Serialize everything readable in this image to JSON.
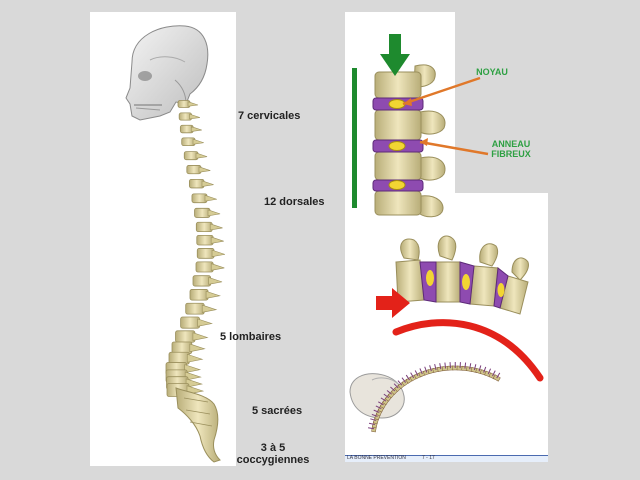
{
  "labels": {
    "cervicales": "7 cervicales",
    "dorsales": "12 dorsales",
    "lombaires": "5 lombaires",
    "sacrees": "5 sacrées",
    "coccyx_line1": "3 à 5",
    "coccyx_line2": "coccygiennes"
  },
  "disc_diagram": {
    "noyau": "NOYAU",
    "anneau_line1": "ANNEAU",
    "anneau_line2": "FIBREUX"
  },
  "footer": {
    "left": "LA BONNE PREVENTION",
    "right": "7 - 17"
  },
  "colors": {
    "background": "#d9d9d9",
    "bone": "#d9cf9b",
    "disc": "#8e4bb0",
    "nucleus": "#f2d533",
    "arrow_green": "#1e8a2e",
    "label_green": "#2ea043",
    "pointer_orange": "#e0782a",
    "arrow_red": "#e32219"
  },
  "icons": {
    "compression_arrow": "arrow-down-icon",
    "pressure_arrow": "arrow-right-icon"
  }
}
